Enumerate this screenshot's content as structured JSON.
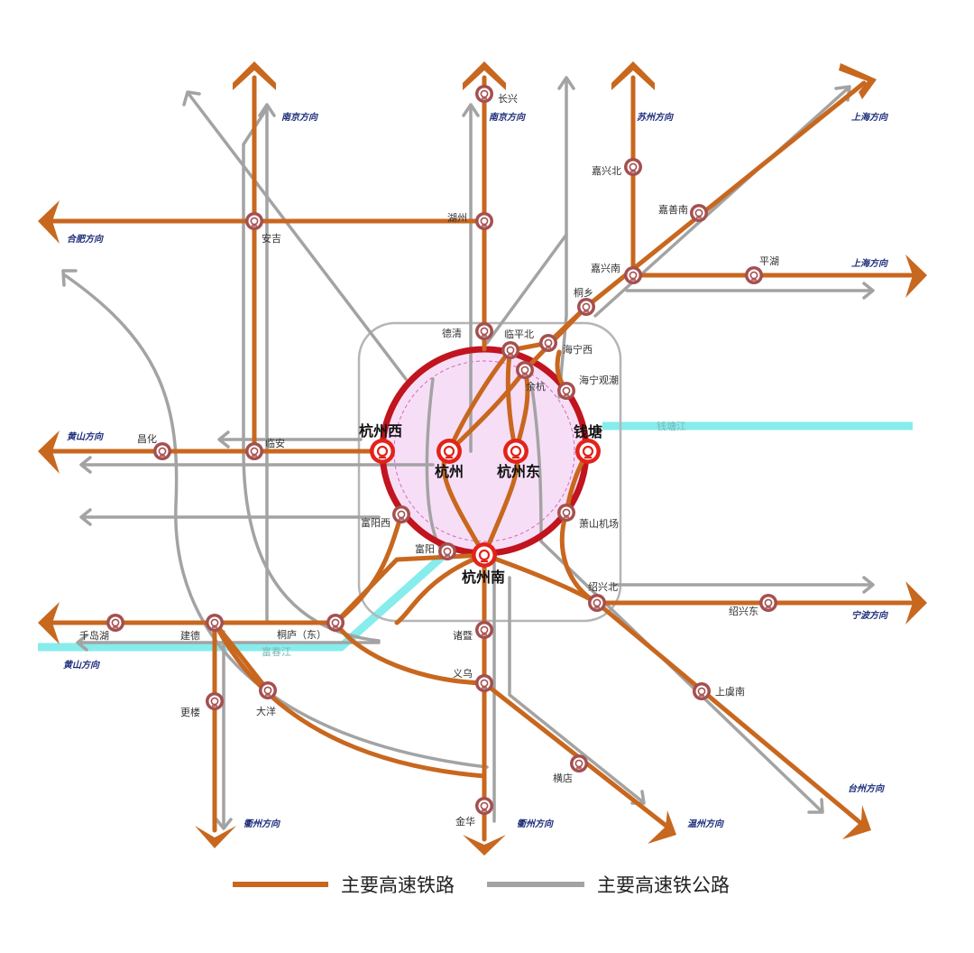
{
  "colors": {
    "rail": "#c8671e",
    "road": "#a3a3a3",
    "core_ring": "#c1141e",
    "core_fill": "#f7def7",
    "river": "#86ecec",
    "station_marker": "#a54f4f",
    "major_station": "#e2231a",
    "direction_text": "#1c2d7a"
  },
  "icons": {
    "station": "railway-station-icon",
    "major_station": "major-railway-station-icon",
    "rail_end": "chevron-arrow-icon",
    "road_end": "open-arrow-icon"
  },
  "directions": {
    "nanjing_1": "南京方向",
    "nanjing_2": "南京方向",
    "suzhou": "苏州方向",
    "shanghai_1": "上海方向",
    "shanghai_2": "上海方向",
    "hefei": "合肥方向",
    "huangshan_1": "黄山方向",
    "huangshan_2": "黄山方向",
    "ningbo": "宁波方向",
    "taizhou": "台州方向",
    "quzhou": "衢州方向",
    "wenzhou": "温州方向",
    "jinhua": "衢州方向"
  },
  "stations": {
    "changxing": "长兴",
    "huzhou": "湖州",
    "anji": "安吉",
    "deqing": "德清",
    "linpingbei": "临平北",
    "yuhang": "余杭",
    "hainingxi": "海宁西",
    "haininguanchao": "海宁观潮",
    "tongxiang": "桐乡",
    "jiaxingnan": "嘉兴南",
    "jiaxingbei": "嘉兴北",
    "jiashannan": "嘉善南",
    "pinghu": "平湖",
    "changhua": "昌化",
    "linan": "临安",
    "fuyangxi": "富阳西",
    "fuyang": "富阳",
    "xiaoshanjichang": "萧山机场",
    "shaoxingbei": "绍兴北",
    "shaoxingdong": "绍兴东",
    "shangyunan": "上虞南",
    "qiandaohu": "千岛湖",
    "jiande": "建德",
    "tonglu": "桐庐（东）",
    "genglou": "更楼",
    "dayang": "大洋",
    "zhuji": "诸暨",
    "yiwu": "义乌",
    "hengdian": "横店",
    "jinhua": "金华"
  },
  "major_stations": {
    "hangzhouxi": "杭州西",
    "hangzhou": "杭州",
    "hangzhoudong": "杭州东",
    "qiantang": "钱塘",
    "hangzhounan": "杭州南"
  },
  "rivers": {
    "qiantangjiang": "钱塘江",
    "fuchunjiang": "富春江"
  },
  "legend": {
    "rail": "主要高速铁路",
    "road": "主要高速铁公路"
  }
}
